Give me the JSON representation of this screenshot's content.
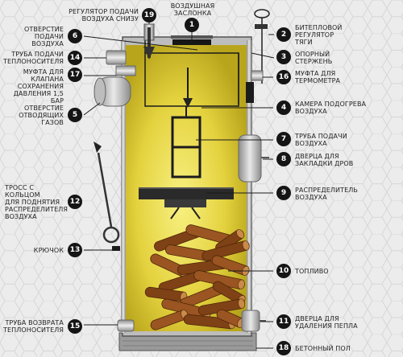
{
  "callouts": [
    {
      "id": "1",
      "label": "ВОЗДУШНАЯ\nЗАСЛОНКА"
    },
    {
      "id": "2",
      "label": "БИТЕПЛОВОЙ\nРЕГУЛЯТОР\nТЯГИ"
    },
    {
      "id": "3",
      "label": "ОПОРНЫЙ\nСТЕРЖЕНЬ"
    },
    {
      "id": "4",
      "label": "КАМЕРА ПОДОГРЕВА\nВОЗДУХА"
    },
    {
      "id": "5",
      "label": "ОТВЕРСТИЕ\nОТВОДЯЩИХ\nГАЗОВ"
    },
    {
      "id": "6",
      "label": "ОТВЕРСТИЕ\nПОДАЧИ\nВОЗДУХА"
    },
    {
      "id": "7",
      "label": "ТРУБА ПОДАЧИ\nВОЗДУХА"
    },
    {
      "id": "8",
      "label": "ДВЕРЦА ДЛЯ\nЗАКЛАДКИ ДРОВ"
    },
    {
      "id": "9",
      "label": "РАСПРЕДЕЛИТЕЛЬ\nВОЗДУХА"
    },
    {
      "id": "10",
      "label": "ТОПЛИВО"
    },
    {
      "id": "11",
      "label": "ДВЕРЦА ДЛЯ\nУДАЛЕНИЯ ПЕПЛА"
    },
    {
      "id": "12",
      "label": "ТРОСС С\nКОЛЬЦОМ\nДЛЯ ПОДНЯТИЯ\nРАСПРЕДЕЛИТЕЛЯ\nВОЗДУХА"
    },
    {
      "id": "13",
      "label": "КРЮЧОК"
    },
    {
      "id": "14",
      "label": "ТРУБА ПОДАЧИ\nТЕПЛОНОСИТЕЛЯ"
    },
    {
      "id": "15",
      "label": "ТРУБА ВОЗВРАТА\nТЕПЛОНОСИТЕЛЯ"
    },
    {
      "id": "16",
      "label": "МУФТА ДЛЯ\nТЕРМОМЕТРА"
    },
    {
      "id": "17",
      "label": "МУФТА ДЛЯ\nКЛАПАНА\nСОХРАНЕНИЯ\nДАВЛЕНИЯ 1,5 БАР"
    },
    {
      "id": "18",
      "label": "БЕТОННЫЙ ПОЛ"
    },
    {
      "id": "19",
      "label": "РЕГУЛЯТОР ПОДАЧИ\nВОЗДУХА СНИЗУ"
    }
  ],
  "colors": {
    "body_yellow": "#d8c42a",
    "body_glow": "#f6ee7a",
    "steel": "#a9a9a9",
    "badge": "#151515",
    "hex_bg": "#e2e2e2"
  }
}
